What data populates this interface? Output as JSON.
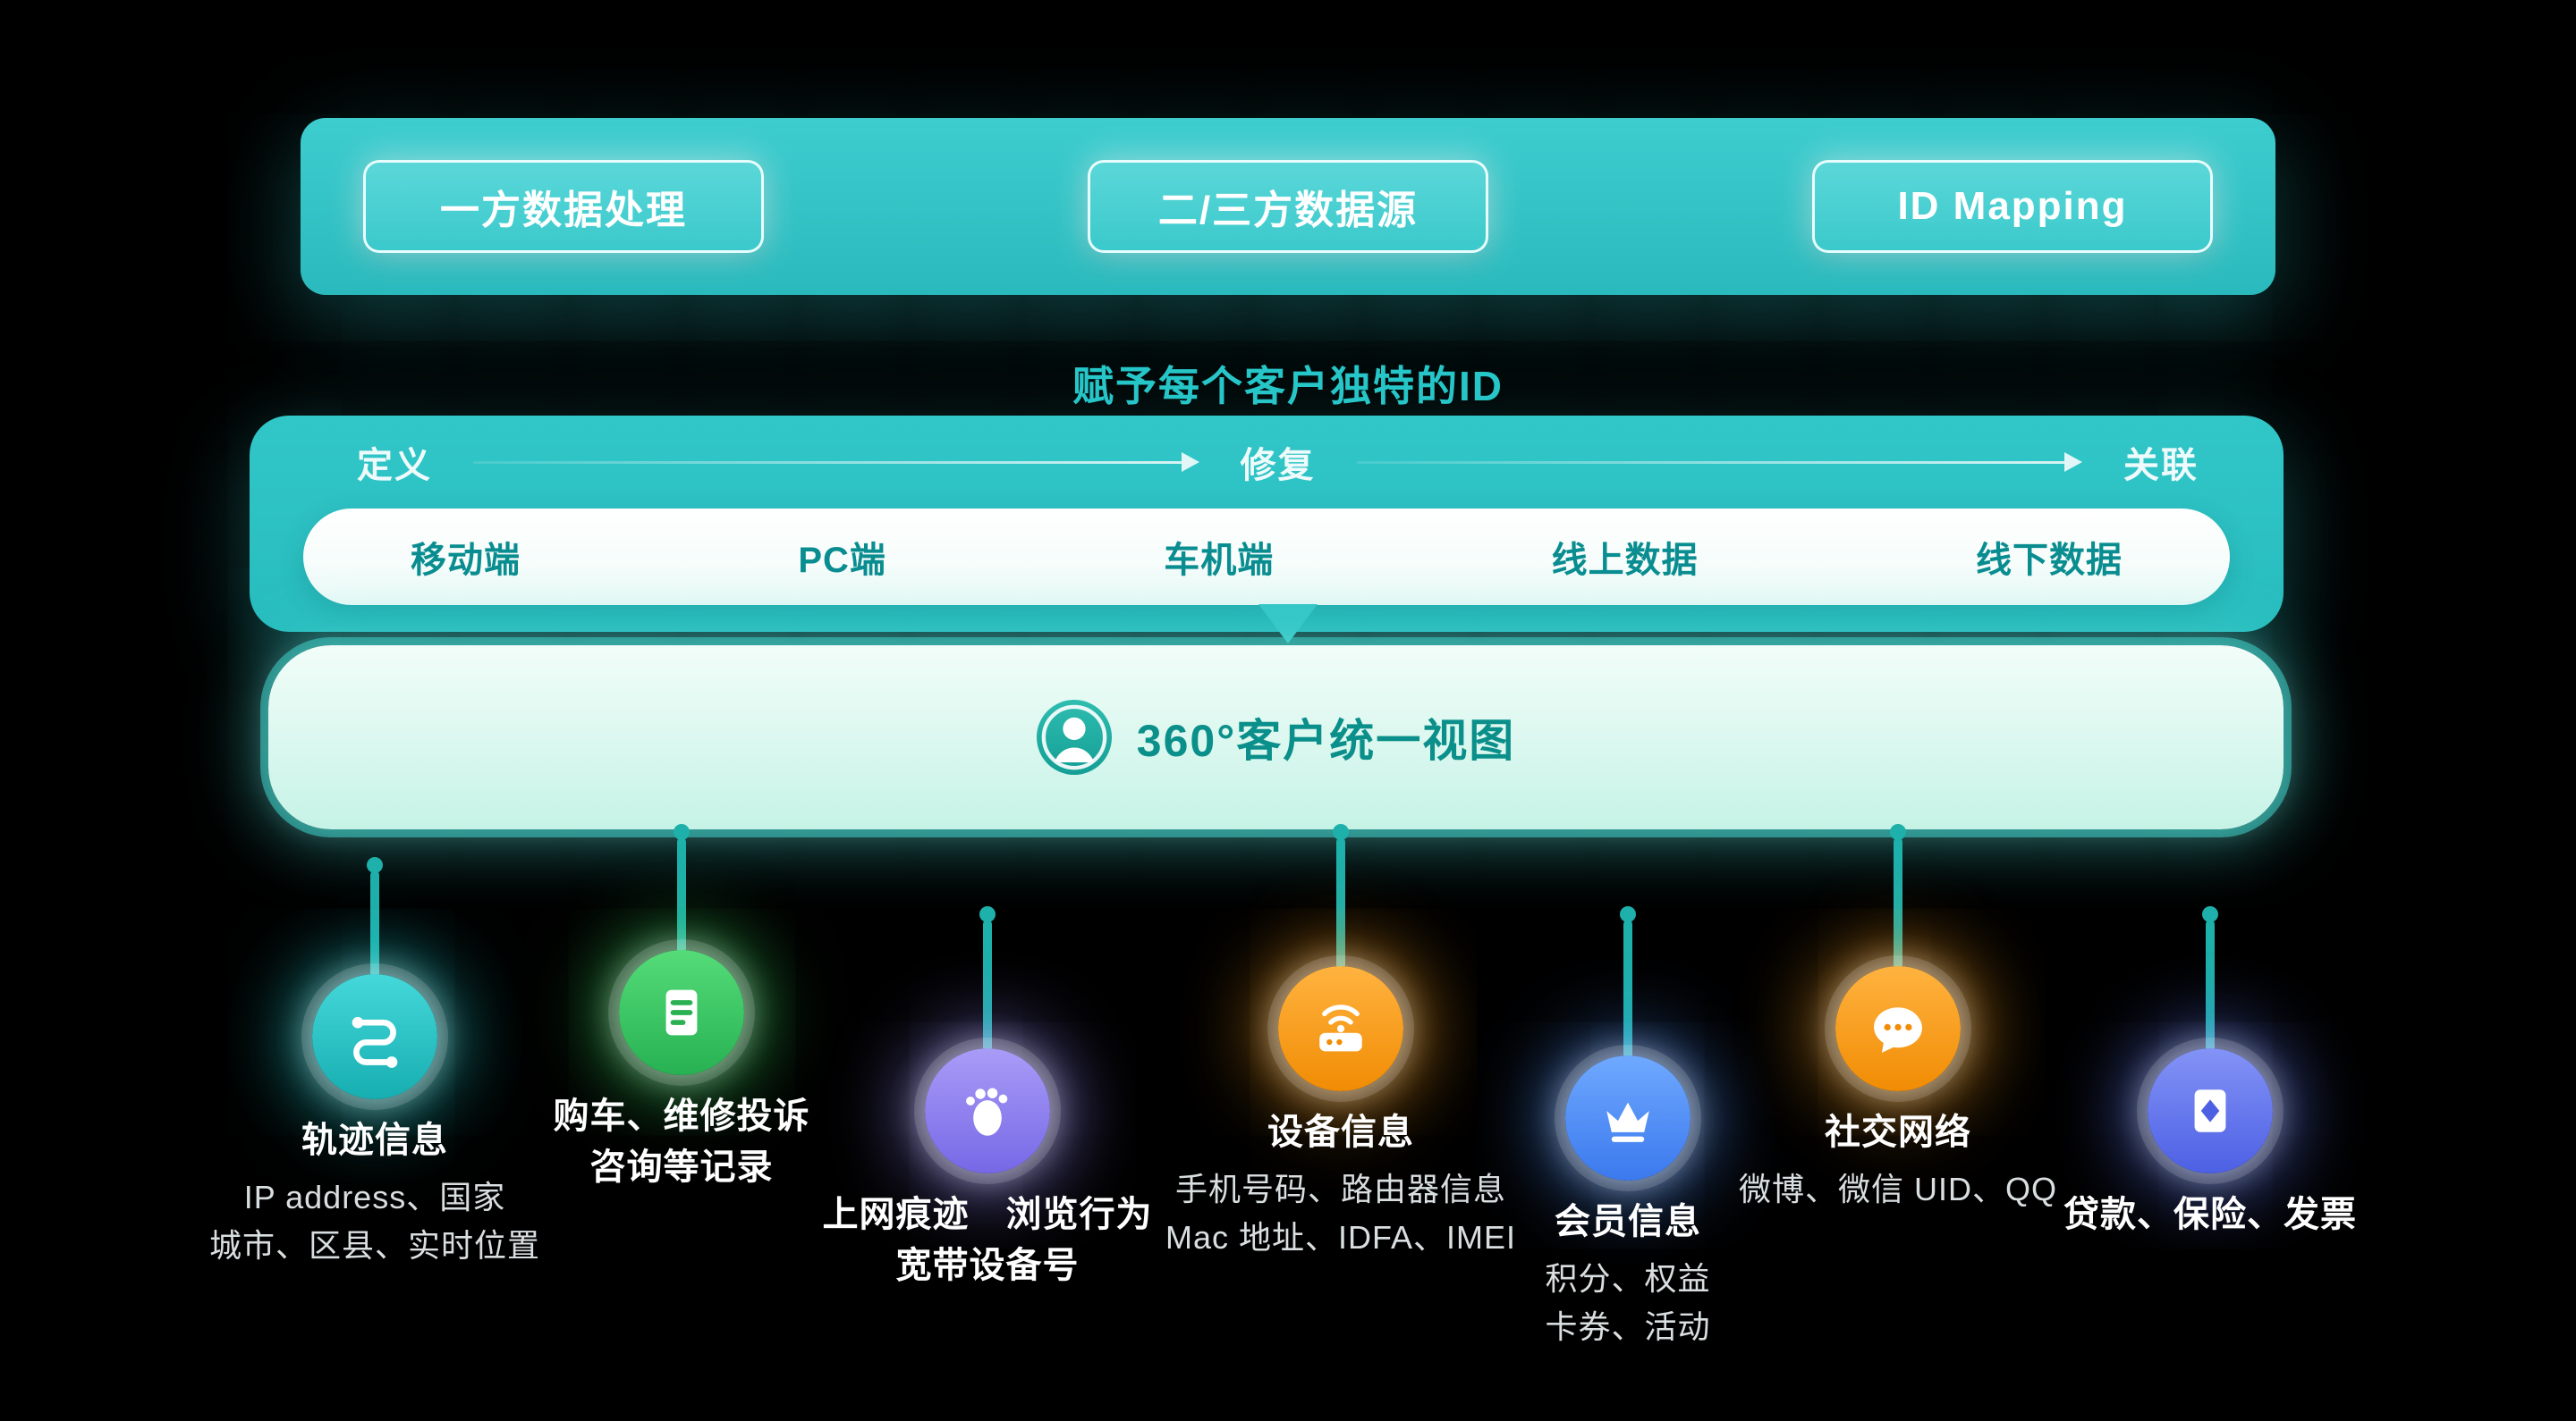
{
  "colors": {
    "background": "#000000",
    "accent_teal": "#2FC3C5",
    "dark_teal_text": "#0A8D90",
    "subtitle_teal": "#27C6C8",
    "connector_teal": "#1EB0AA",
    "view_bar_mint": "#C6F3E6",
    "source_colors": {
      "trajectory": "#22C4C7",
      "vehicle_records": "#34C759",
      "browsing": "#8F83EE",
      "device": "#F59B1E",
      "membership": "#4E8EF7",
      "social": "#F59B1E",
      "finance": "#5C78F0"
    }
  },
  "top_bar": {
    "buttons": [
      {
        "label": "一方数据处理"
      },
      {
        "label": "二/三方数据源"
      },
      {
        "label": "ID Mapping"
      }
    ]
  },
  "subtitle": "赋予每个客户独特的ID",
  "id_process": {
    "stages": [
      "定义",
      "修复",
      "关联"
    ],
    "channels": [
      "移动端",
      "PC端",
      "车机端",
      "线上数据",
      "线下数据"
    ]
  },
  "unified_view": {
    "icon": "user-icon",
    "label": "360°客户统一视图"
  },
  "sources": [
    {
      "icon": "route-icon",
      "title_lines": [
        "轨迹信息"
      ],
      "detail_lines": [
        "IP address、国家",
        "城市、区县、实时位置"
      ]
    },
    {
      "icon": "document-icon",
      "title_lines": [
        "购车、维修投诉",
        "咨询等记录"
      ],
      "detail_lines": []
    },
    {
      "icon": "footprint-icon",
      "title_lines": [
        "上网痕迹　浏览行为",
        "宽带设备号"
      ],
      "detail_lines": []
    },
    {
      "icon": "router-icon",
      "title_lines": [
        "设备信息"
      ],
      "detail_lines": [
        "手机号码、路由器信息",
        "Mac 地址、IDFA、IMEI"
      ]
    },
    {
      "icon": "crown-icon",
      "title_lines": [
        "会员信息"
      ],
      "detail_lines": [
        "积分、权益",
        "卡券、活动"
      ]
    },
    {
      "icon": "chat-icon",
      "title_lines": [
        "社交网络"
      ],
      "detail_lines": [
        "微博、微信 UID、QQ"
      ]
    },
    {
      "icon": "invoice-icon",
      "title_lines": [
        "贷款、保险、发票"
      ],
      "detail_lines": []
    }
  ]
}
